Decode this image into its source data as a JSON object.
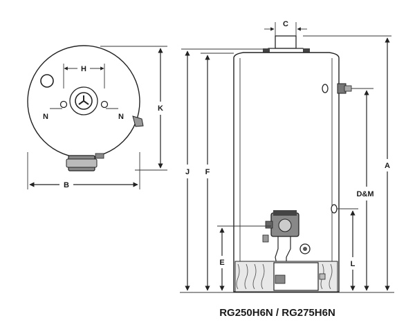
{
  "caption": "RG250H6N / RG275H6N",
  "labels": {
    "H": "H",
    "N_left": "N",
    "N_right": "N",
    "K": "K",
    "B": "B",
    "C": "C",
    "J": "J",
    "F": "F",
    "A": "A",
    "DM": "D&M",
    "E": "E",
    "L": "L"
  }
}
